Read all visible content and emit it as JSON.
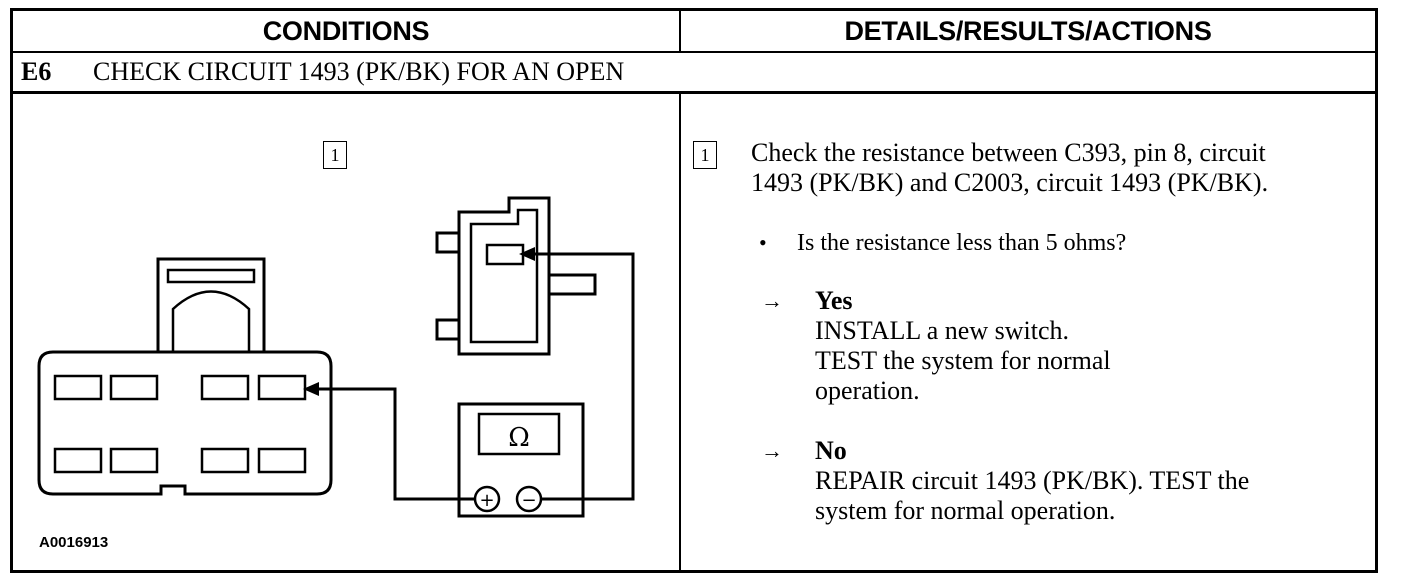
{
  "header": {
    "left_title": "CONDITIONS",
    "right_title": "DETAILS/RESULTS/ACTIONS"
  },
  "step": {
    "id": "E6",
    "title": "CHECK CIRCUIT 1493 (PK/BK) FOR AN OPEN"
  },
  "conditions": {
    "step_marker": "1",
    "meter_symbol": "Ω",
    "plus_symbol": "+",
    "minus_symbol": "−",
    "figure_id": "A0016913"
  },
  "details": {
    "step_marker": "1",
    "instruction_line1": "Check the resistance between C393, pin 8, circuit",
    "instruction_line2": "1493 (PK/BK) and C2003, circuit 1493 (PK/BK).",
    "bullet": "•",
    "question": "Is the resistance less than 5 ohms?",
    "arrow": "→",
    "yes_label": "Yes",
    "yes_line1": "INSTALL a new switch.",
    "yes_line2": "TEST the system for normal",
    "yes_line3": "operation.",
    "no_label": "No",
    "no_line1": "REPAIR circuit 1493 (PK/BK). TEST the",
    "no_line2": "system for normal operation."
  }
}
